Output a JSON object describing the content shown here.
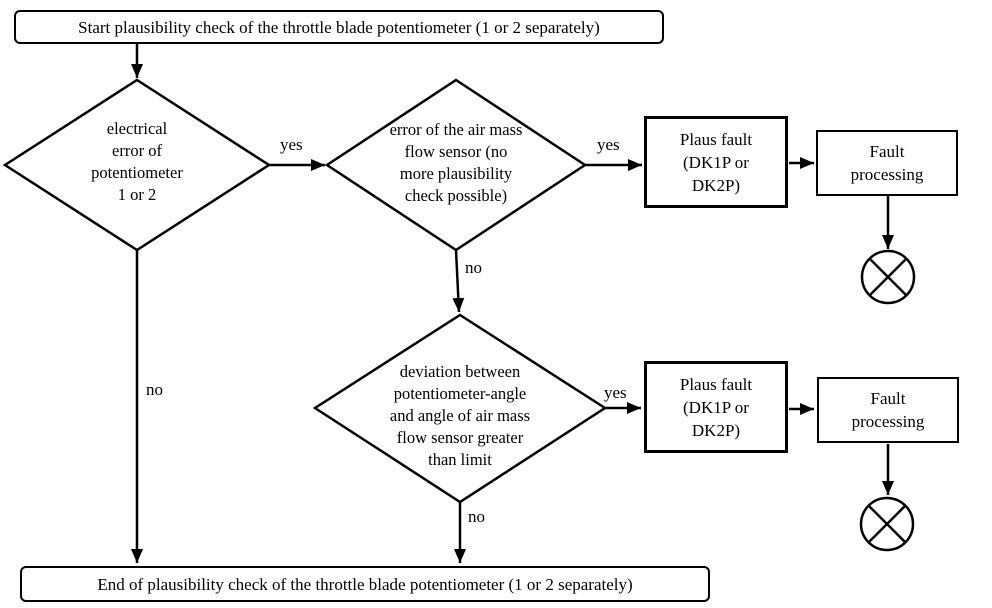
{
  "flowchart": {
    "start": "Start plausibility check of the throttle blade potentiometer (1 or 2 separately)",
    "end": "End of plausibility check of the throttle blade potentiometer (1 or 2 separately)",
    "decision_electrical_error": "electrical\nerror of\npotentiometer\n1 or 2",
    "decision_air_mass_error": "error of the air mass\nflow sensor (no\nmore plausibility\ncheck possible)",
    "decision_angle_deviation": "deviation between\npotentiometer-angle\nand angle of air mass\nflow sensor greater\nthan limit",
    "plaus_fault_1": "Plaus fault\n(DK1P or\nDK2P)",
    "fault_processing_1": "Fault\nprocessing",
    "plaus_fault_2": "Plaus fault\n(DK1P or\nDK2P)",
    "fault_processing_2": "Fault\nprocessing",
    "edge_labels": {
      "yes_to_air_mass_check": "yes",
      "yes_to_plaus_fault_1": "yes",
      "yes_to_plaus_fault_2": "yes",
      "no_to_end_left": "no",
      "no_to_angle_deviation": "no",
      "no_to_end_bottom": "no"
    },
    "colors": {
      "ink": "#000000",
      "paper": "#ffffff"
    }
  }
}
